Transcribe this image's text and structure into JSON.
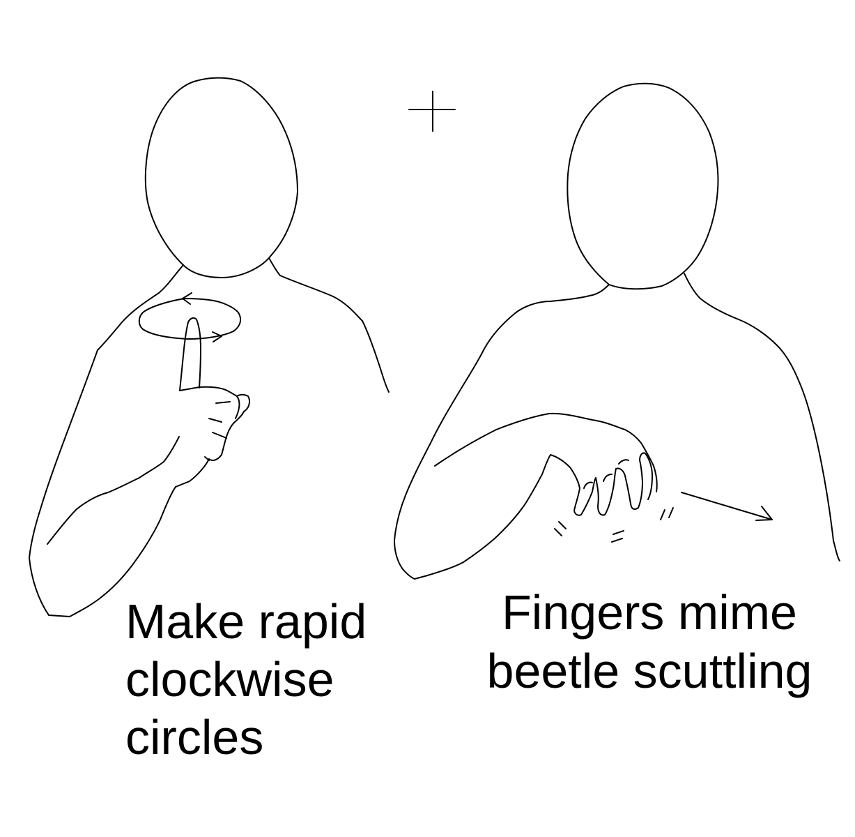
{
  "diagram": {
    "panels": [
      {
        "id": "left",
        "caption_lines": [
          "Make rapid",
          "clockwise",
          "circles"
        ],
        "movement": "clockwise-circle"
      },
      {
        "id": "right",
        "caption_lines": [
          "Fingers mime",
          "beetle scuttling"
        ],
        "movement": "rightward-arrow"
      }
    ],
    "marker": "plus-sign",
    "colors": {
      "line": "#000000",
      "background": "#ffffff"
    }
  }
}
